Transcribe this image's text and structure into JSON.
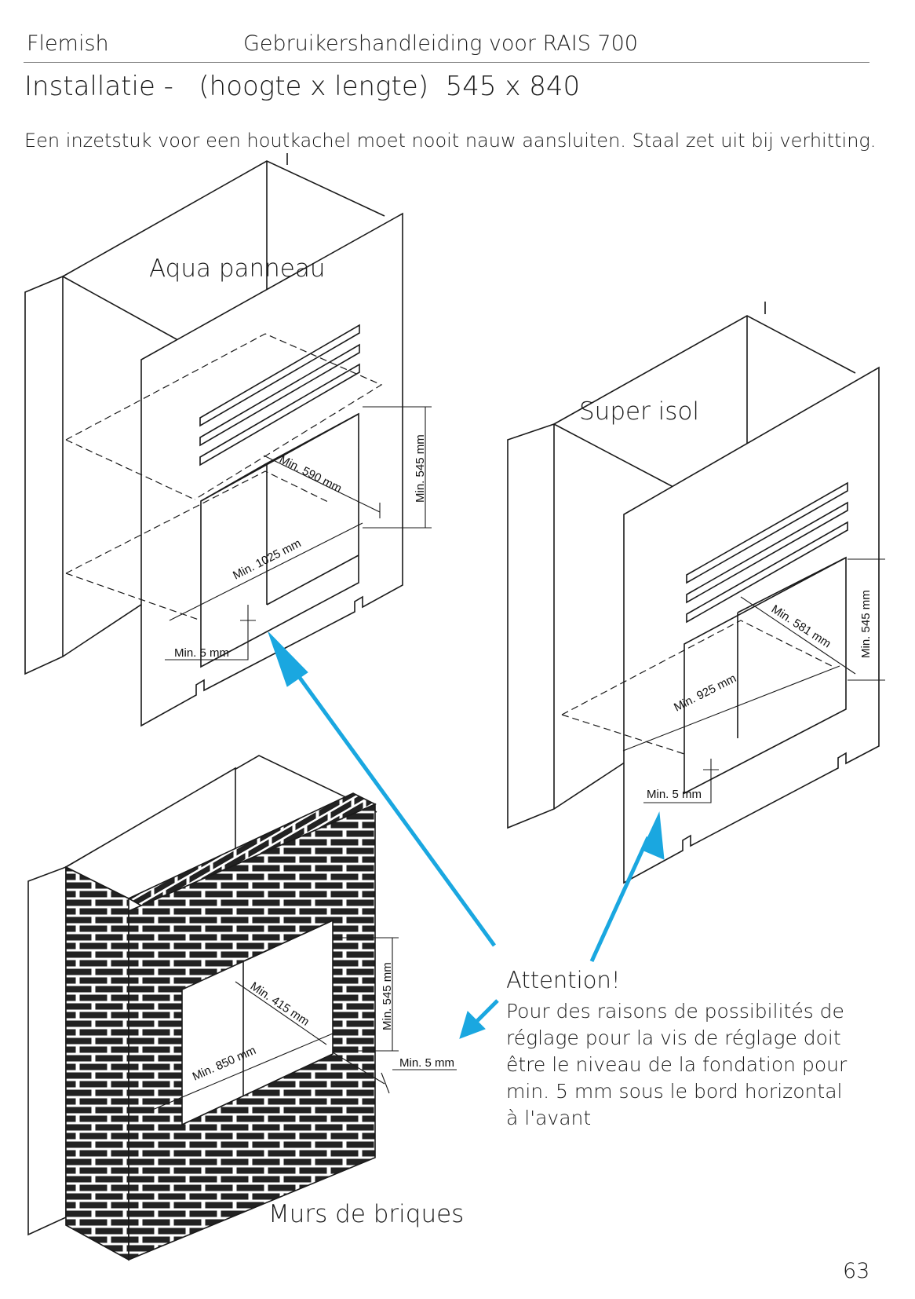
{
  "header": {
    "language": "Flemish",
    "manual_title": "Gebruikershandleiding voor RAIS 700"
  },
  "title": "Installatie -   (hoogte x lengte)  545 x 840",
  "intro": "Een inzetstuk voor een houtkachel moet nooit nauw aansluiten.  Staal zet uit bij verhitting.",
  "figures": {
    "aqua": {
      "label": "Aqua panneau",
      "dim_height": "Min. 545 mm",
      "dim_depth": "Min. 590 mm",
      "dim_width": "Min. 1025 mm",
      "dim_gap": "Min. 5 mm"
    },
    "super": {
      "label": "Super isol",
      "dim_height": "Min. 545 mm",
      "dim_depth": "Min. 581 mm",
      "dim_width": "Min. 925 mm",
      "dim_gap": "Min. 5 mm"
    },
    "brick": {
      "label": "Murs de briques",
      "dim_height": "Min. 545 mm",
      "dim_depth": "Min. 415 mm",
      "dim_width": "Min. 850 mm",
      "dim_gap": "Min. 5 mm"
    }
  },
  "attention": {
    "title": "Attention!",
    "body": "Pour des raisons de possibilités de réglage pour la vis de réglage doit être le niveau de la fondation pour min. 5 mm sous le bord horizontal à l'avant"
  },
  "arrow_color": "#1aa7e0",
  "page_number": "63"
}
